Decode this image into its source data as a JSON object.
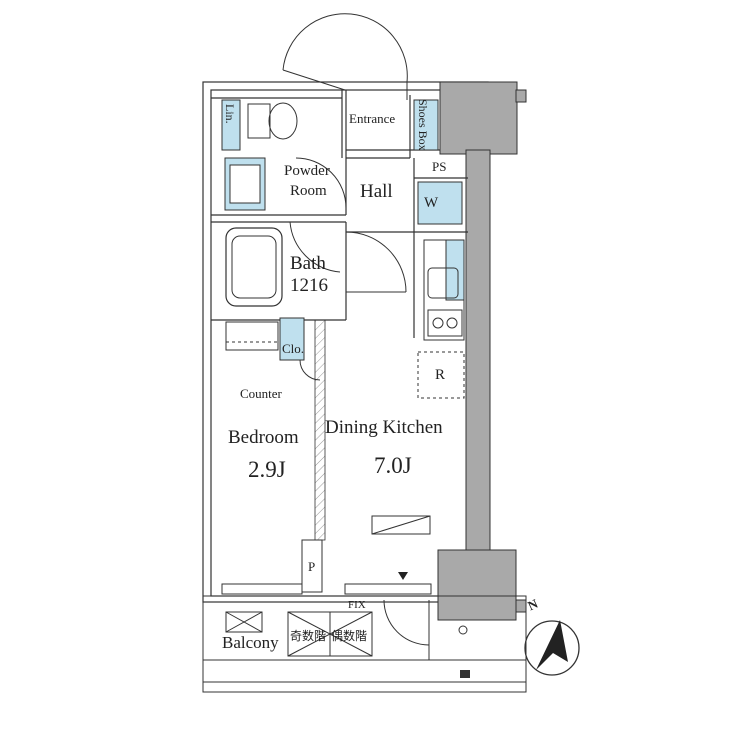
{
  "rooms": {
    "entrance": "Entrance",
    "shoes_box": "Shoes Box",
    "linen": "Lin.",
    "powder_room_line1": "Powder",
    "powder_room_line2": "Room",
    "hall": "Hall",
    "ps": "PS",
    "washer": "W",
    "bath_line1": "Bath",
    "bath_line2": "1216",
    "closet": "Clo.",
    "refrigerator": "R",
    "counter": "Counter",
    "bedroom": "Bedroom",
    "bedroom_size": "2.9J",
    "dining_kitchen": "Dining Kitchen",
    "dining_kitchen_size": "7.0J",
    "pipe_space": "P",
    "fix": "FIX",
    "balcony": "Balcony",
    "odd_floor": "奇数階",
    "even_floor": "偶数階",
    "north": "N"
  },
  "colors": {
    "wall_gray": "#a9a9a9",
    "fixture_blue": "#bfe0ee",
    "line": "#333333"
  }
}
